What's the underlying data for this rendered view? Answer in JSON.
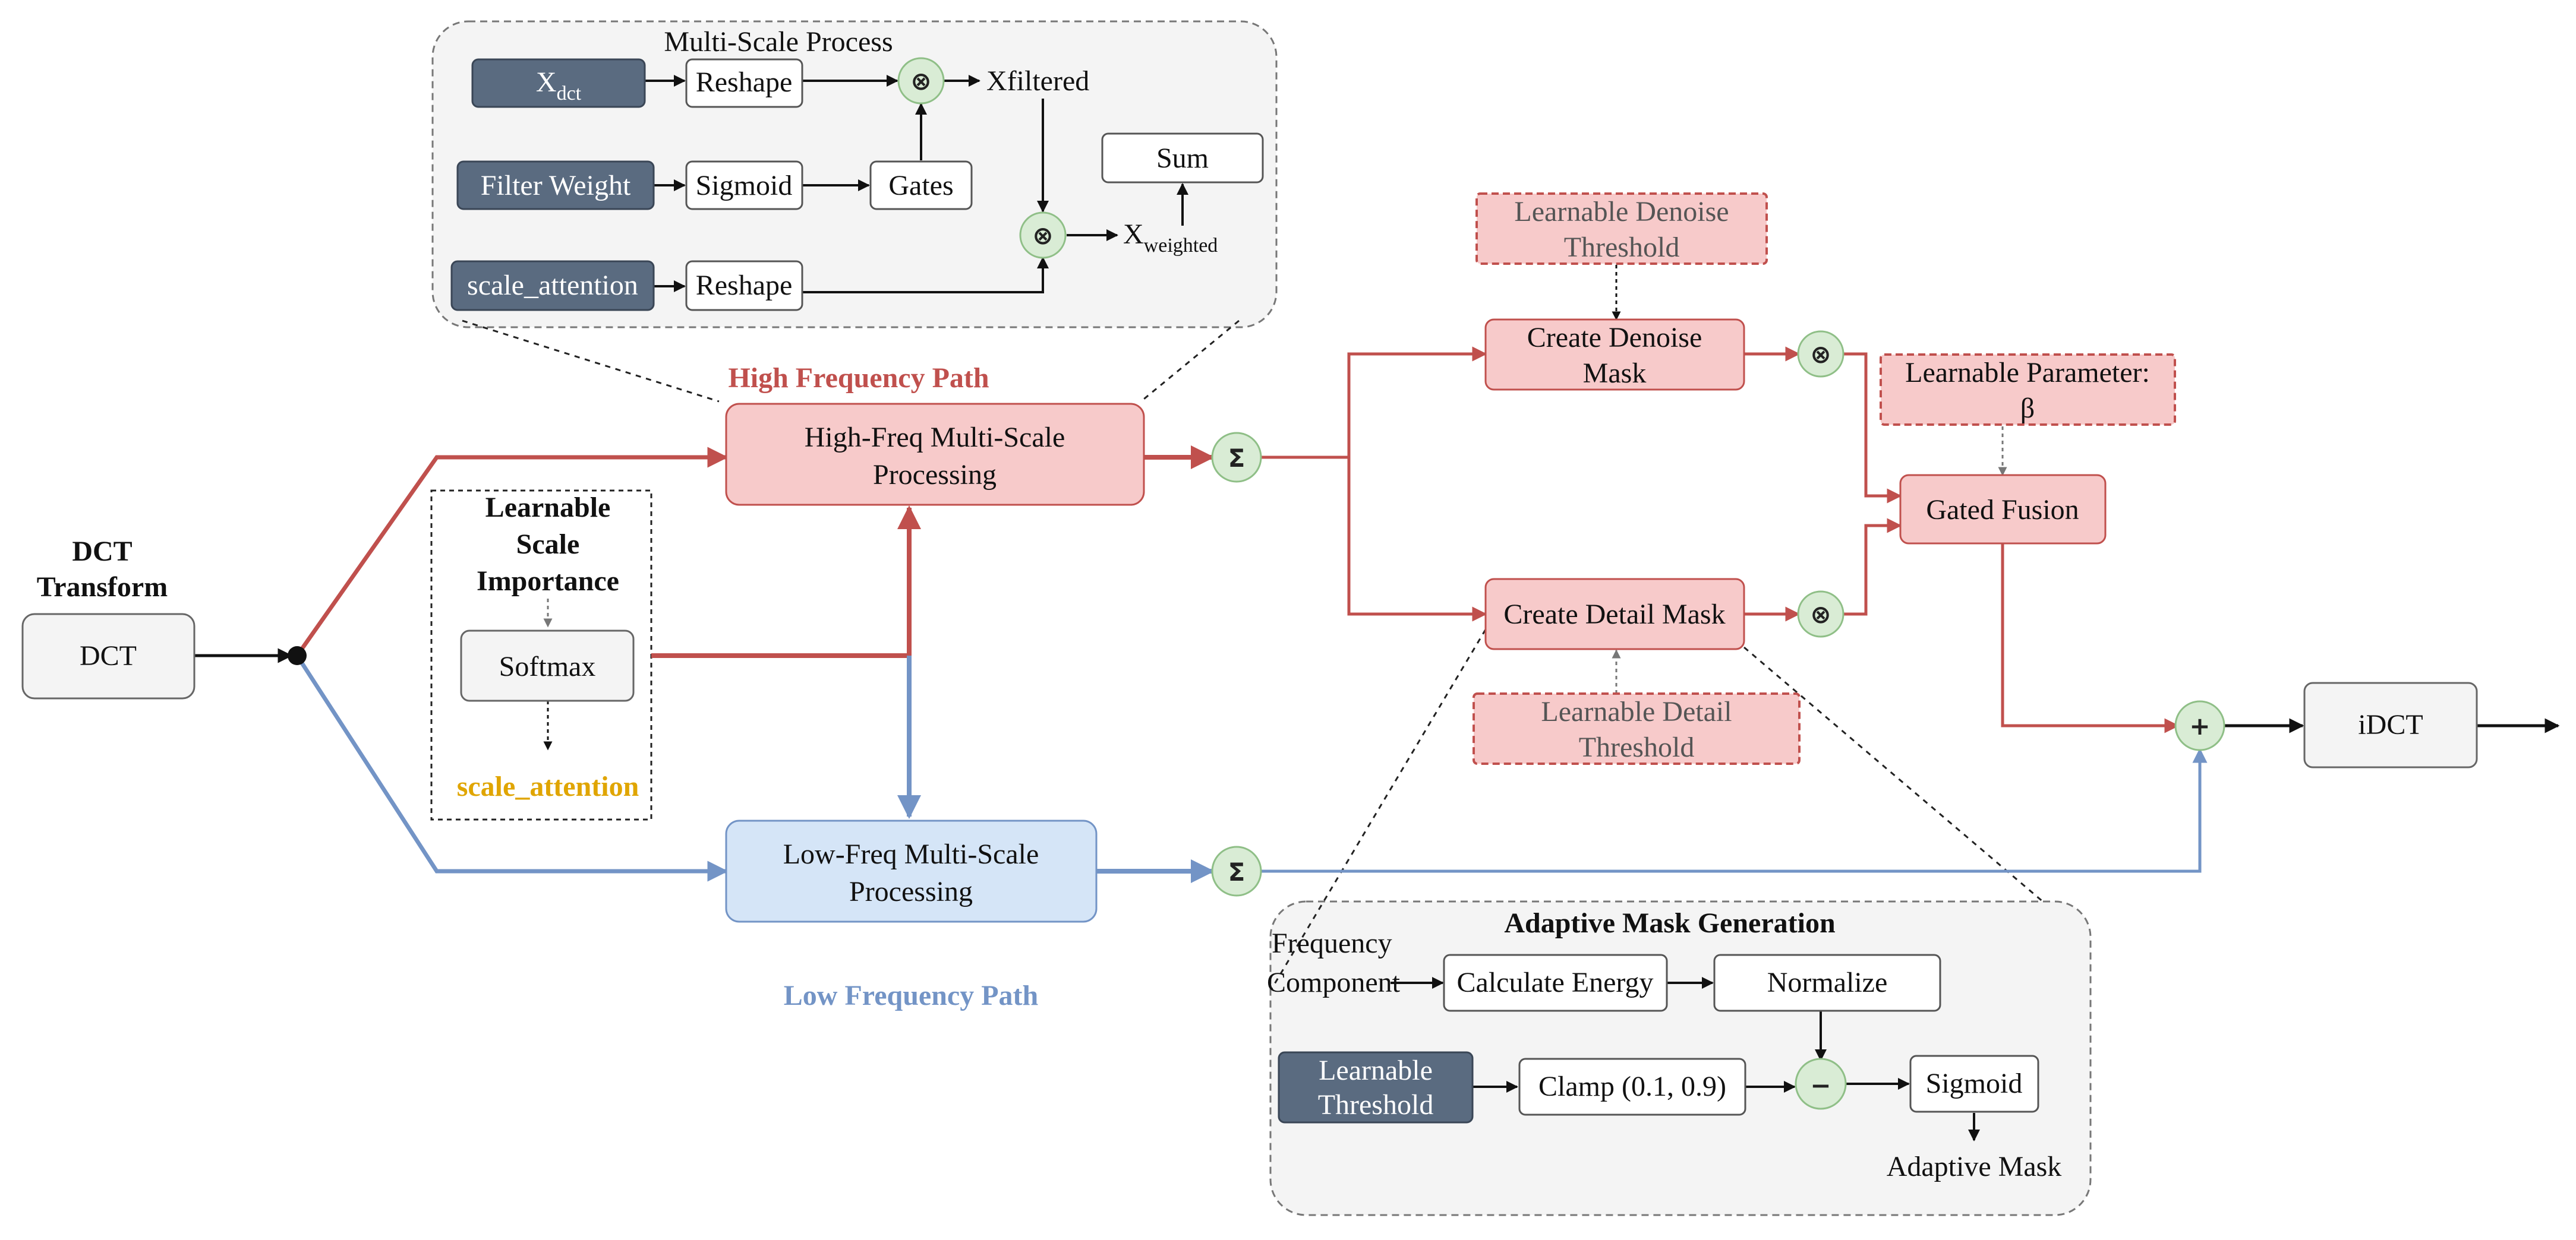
{
  "multi_scale": {
    "title": "Multi-Scale Process",
    "x_dct": {
      "main": "X",
      "sub": "dct"
    },
    "filter_weight": "Filter Weight",
    "scale_attention_in": "scale_attention",
    "reshape_1": "Reshape",
    "sigmoid": "Sigmoid",
    "reshape_2": "Reshape",
    "gates": "Gates",
    "x_filtered": "Xfiltered",
    "sum": "Sum",
    "x_weighted": {
      "main": "X",
      "sub": "weighted"
    }
  },
  "high_path": {
    "label": "High Frequency Path",
    "box": [
      "High-Freq Multi-Scale",
      "Processing"
    ]
  },
  "low_path": {
    "label": "Low Frequency Path",
    "box": [
      "Low-Freq Multi-Scale",
      "Processing"
    ]
  },
  "dct": {
    "heading": [
      "DCT",
      "Transform"
    ],
    "box": "DCT"
  },
  "scale_importance": {
    "title": [
      "Learnable",
      "Scale",
      "Importance"
    ],
    "softmax": "Softmax",
    "output": "scale_attention"
  },
  "masks": {
    "denoise_threshold": [
      "Learnable Denoise",
      "Threshold"
    ],
    "denoise_mask": [
      "Create Denoise",
      "Mask"
    ],
    "detail_mask": "Create Detail Mask",
    "detail_threshold": [
      "Learnable Detail",
      "Threshold"
    ]
  },
  "fusion": {
    "beta_param": [
      "Learnable Parameter:",
      "β"
    ],
    "gated": "Gated Fusion",
    "idct": "iDCT"
  },
  "adaptive": {
    "title": "Adaptive Mask Generation",
    "freq_component": [
      "Frequency",
      "Component"
    ],
    "calc_energy": "Calculate Energy",
    "normalize": "Normalize",
    "learnable_threshold": [
      "Learnable",
      "Threshold"
    ],
    "clamp": "Clamp (0.1, 0.9)",
    "sigmoid": "Sigmoid",
    "output": "Adaptive Mask"
  },
  "operators": {
    "multiply": "⊗",
    "summation": "Σ",
    "plus": "+",
    "minus": "−"
  },
  "colors": {
    "red": "#c0504d",
    "blue": "#7394c6",
    "red_fill": "#f7caca",
    "blue_fill": "#d5e5f7",
    "dark_fill": "#5a6b80",
    "gray_panel": "#f4f4f4",
    "op_fill": "#d9ecd5",
    "op_stroke": "#8fbf87",
    "highlight": "#e0a500"
  }
}
